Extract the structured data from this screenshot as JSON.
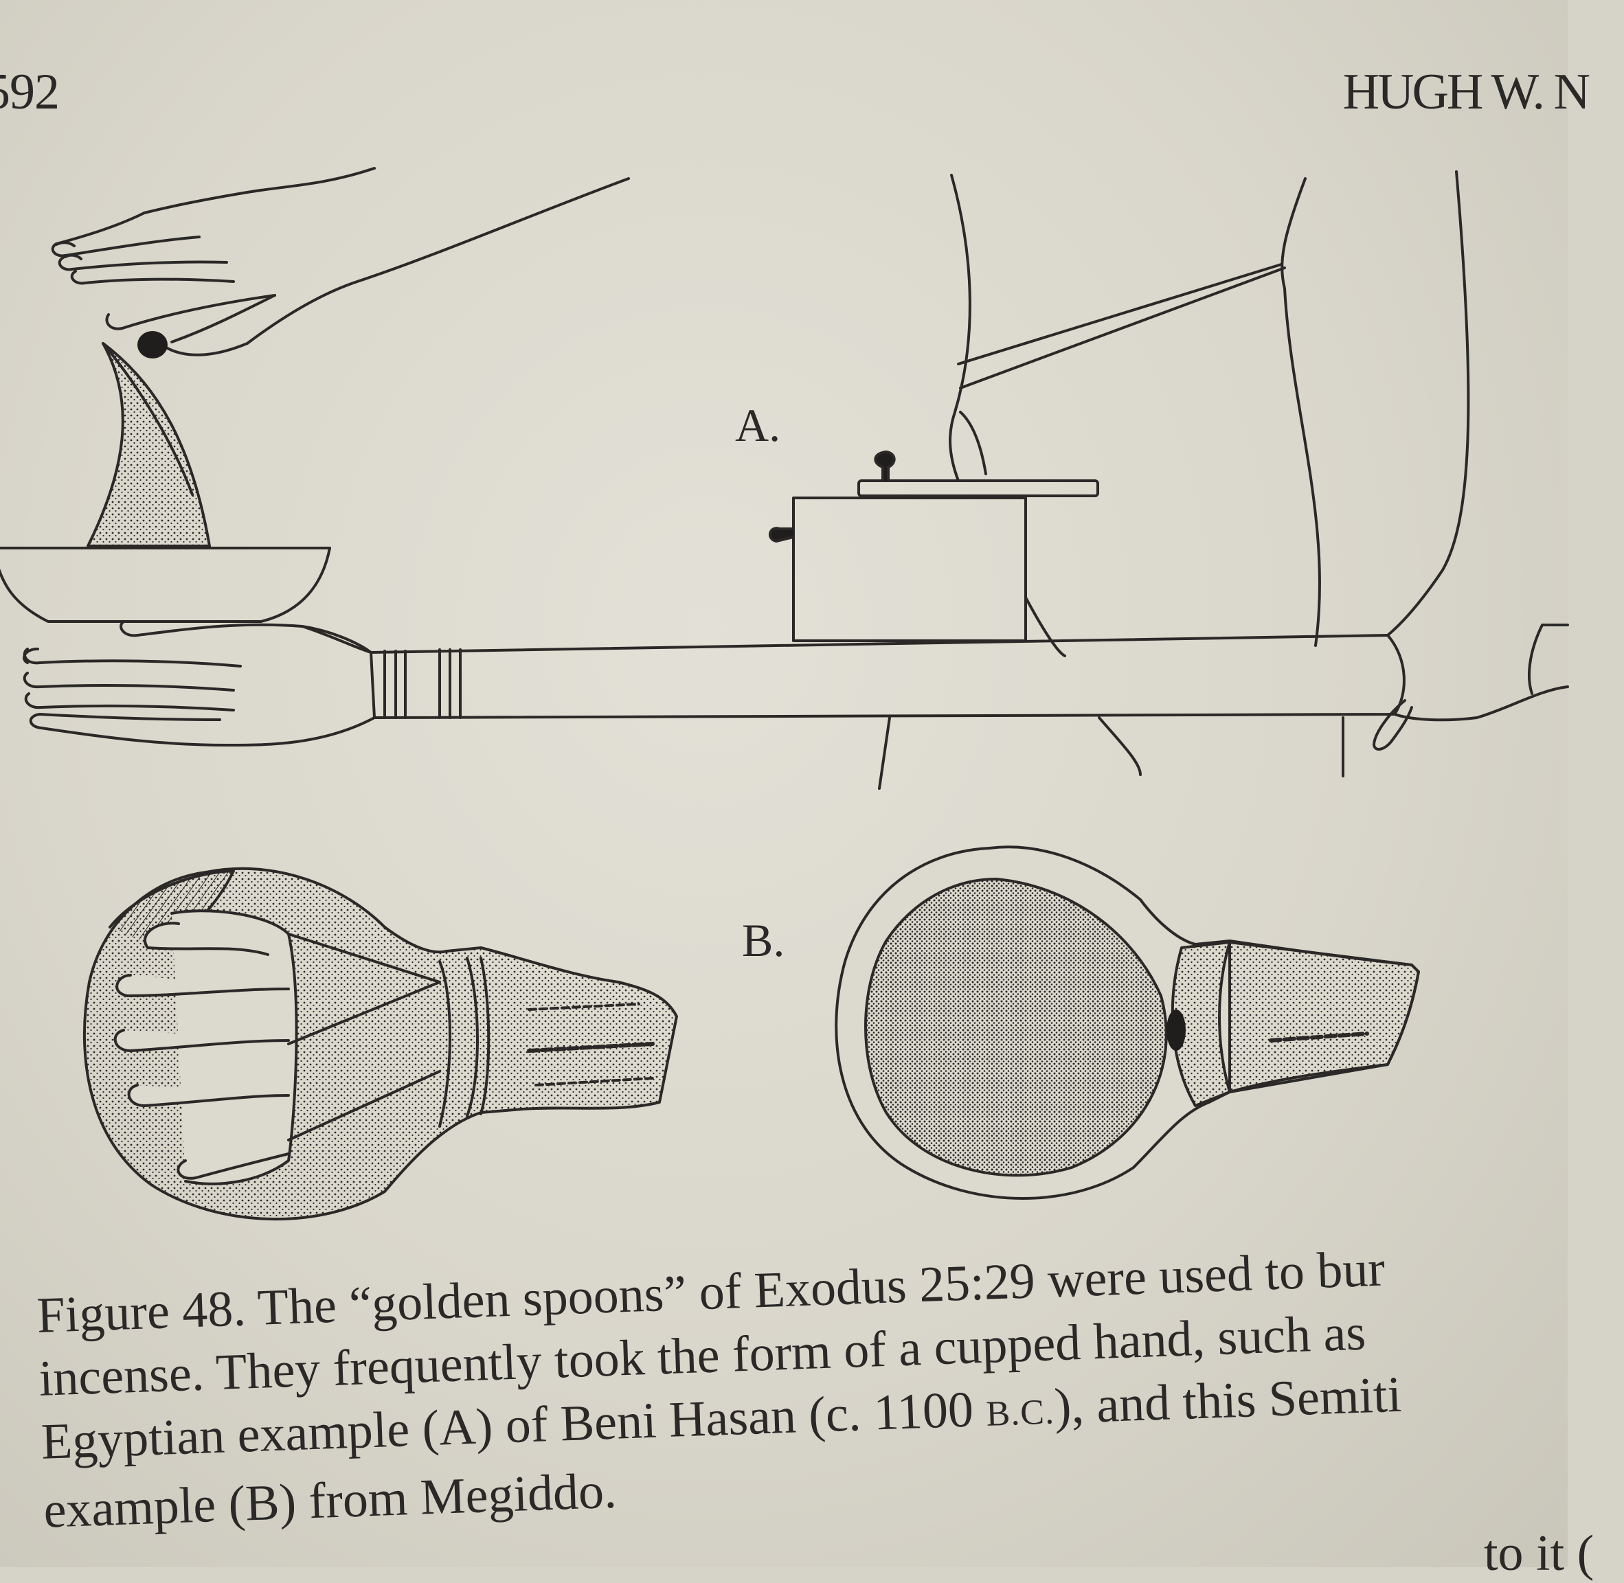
{
  "page": {
    "number": "592",
    "running_head": "HUGH W. N"
  },
  "figure": {
    "label_a": "A.",
    "label_b": "B."
  },
  "caption": {
    "line1": "Figure 48. The “golden spoons” of Exodus 25:29 were used to bur",
    "line2": "incense. They frequently took the form of a cupped hand, such as",
    "line3_before": "Egyptian example (A) of Beni Hasan (c. 1100 ",
    "line3_era": "B.C.",
    "line3_after": "), and this Semiti",
    "line4": "example (B) from Megiddo."
  },
  "footer_fragment": "to it ("
}
